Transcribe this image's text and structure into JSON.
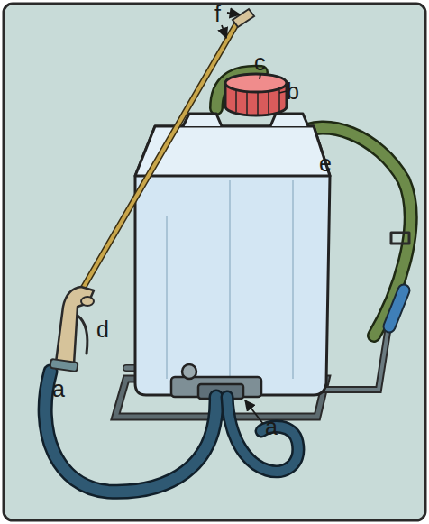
{
  "diagram": {
    "labels": [
      "f",
      "c",
      "b",
      "e",
      "d",
      "a",
      "a"
    ]
  }
}
